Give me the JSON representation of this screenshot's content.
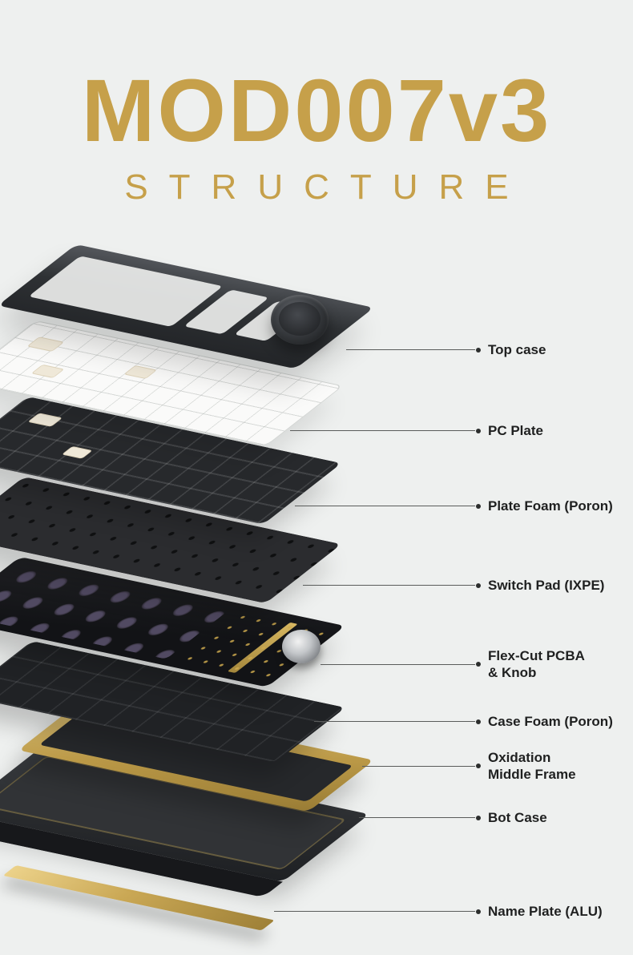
{
  "colors": {
    "accent": "#c6a04a",
    "bg": "#eef0ef",
    "label": "#1f2020",
    "gold_dark": "#9f8138",
    "case_dark": "#2e3134"
  },
  "header": {
    "title": "MOD007v3",
    "subtitle": "STRUCTURE"
  },
  "callouts": [
    {
      "line1": "Top case",
      "line2": ""
    },
    {
      "line1": "PC Plate",
      "line2": ""
    },
    {
      "line1": "Plate Foam (Poron)",
      "line2": ""
    },
    {
      "line1": "Switch Pad (IXPE)",
      "line2": ""
    },
    {
      "line1": "Flex-Cut PCBA",
      "line2": "& Knob"
    },
    {
      "line1": "Case Foam (Poron)",
      "line2": ""
    },
    {
      "line1": "Oxidation",
      "line2": "Middle Frame"
    },
    {
      "line1": "Bot Case",
      "line2": ""
    },
    {
      "line1": "Name Plate (ALU)",
      "line2": ""
    }
  ]
}
